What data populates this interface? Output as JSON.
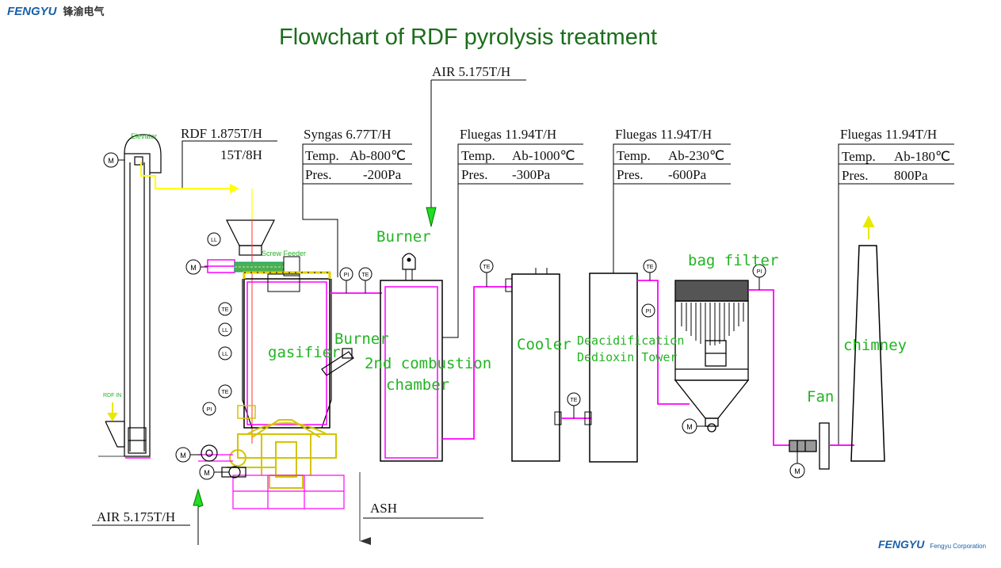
{
  "header": {
    "logo_text": "FENGYU",
    "logo_cn": "锋渝电气",
    "title": "Flowchart of RDF pyrolysis treatment"
  },
  "footer": {
    "logo_text": "FENGYU",
    "company": "Fengyu Corporation"
  },
  "streams": {
    "air_top": "AIR 5.175T/H",
    "air_bottom": "AIR 5.175T/H",
    "ash": "ASH",
    "rdf": {
      "flow": "RDF 1.875T/H",
      "batch": "15T/8H"
    },
    "syngas": {
      "name": "Syngas 6.77T/H",
      "temp_label": "Temp.",
      "temp": "Ab-800℃",
      "pres_label": "Pres.",
      "pres": "-200Pa"
    },
    "fluegas1": {
      "name": "Fluegas 11.94T/H",
      "temp_label": "Temp.",
      "temp": "Ab-1000℃",
      "pres_label": "Pres.",
      "pres": "-300Pa"
    },
    "fluegas2": {
      "name": "Fluegas 11.94T/H",
      "temp_label": "Temp.",
      "temp": "Ab-230℃",
      "pres_label": "Pres.",
      "pres": "-600Pa"
    },
    "fluegas3": {
      "name": "Fluegas 11.94T/H",
      "temp_label": "Temp.",
      "temp": "Ab-180℃",
      "pres_label": "Pres.",
      "pres": "800Pa"
    }
  },
  "equipment": {
    "elevator": "Elevator",
    "rdf_in": "RDF IN",
    "screw_feeder": "Screw Feeder",
    "gasifier": "gasifier",
    "burner1": "Burner",
    "burner2": "Burner",
    "combustion_line1": "2nd combustion",
    "combustion_line2": "chamber",
    "cooler": "Cooler",
    "deacid_line1": "Deacidification",
    "deacid_line2": "Dedioxin Tower",
    "bag_filter": "bag filter",
    "fan": "Fan",
    "chimney": "chimney"
  },
  "instruments": {
    "motor": "M",
    "temperature": "TE",
    "level": "LL",
    "pressure": "PI"
  },
  "colors": {
    "title": "#1a6e1a",
    "label_green": "#22b422",
    "pipe": "#ff00ff",
    "feed_line": "#ffff00",
    "arrow": "#22dd22",
    "equipment": "#000000",
    "gasifier_mechanism": "#d4c400",
    "logo": "#1b5fa8"
  }
}
